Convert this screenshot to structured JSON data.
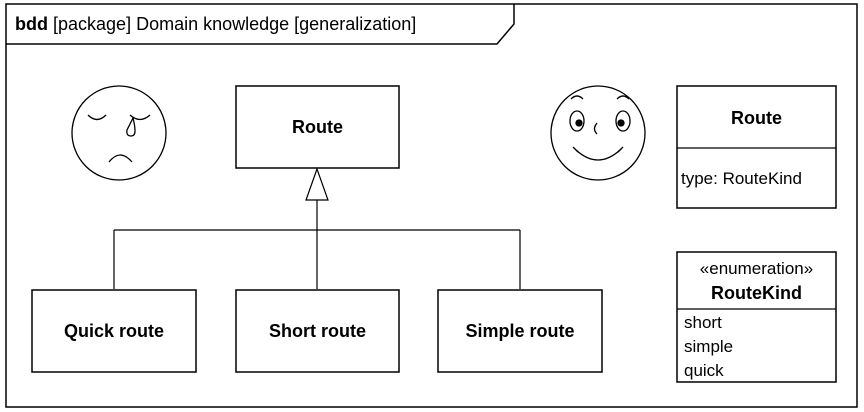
{
  "frame": {
    "kind": "bdd",
    "header": "[package] Domain knowledge [generalization]"
  },
  "left_model": {
    "parent": "Route",
    "children": [
      "Quick route",
      "Short route",
      "Simple route"
    ],
    "face_icon": "sad-crying-face-icon"
  },
  "right_model": {
    "face_icon": "happy-face-icon",
    "route_block": {
      "name": "Route",
      "attribute": "type: RouteKind"
    },
    "enumeration": {
      "stereotype": "«enumeration»",
      "name": "RouteKind",
      "literals": [
        "short",
        "simple",
        "quick"
      ]
    }
  }
}
